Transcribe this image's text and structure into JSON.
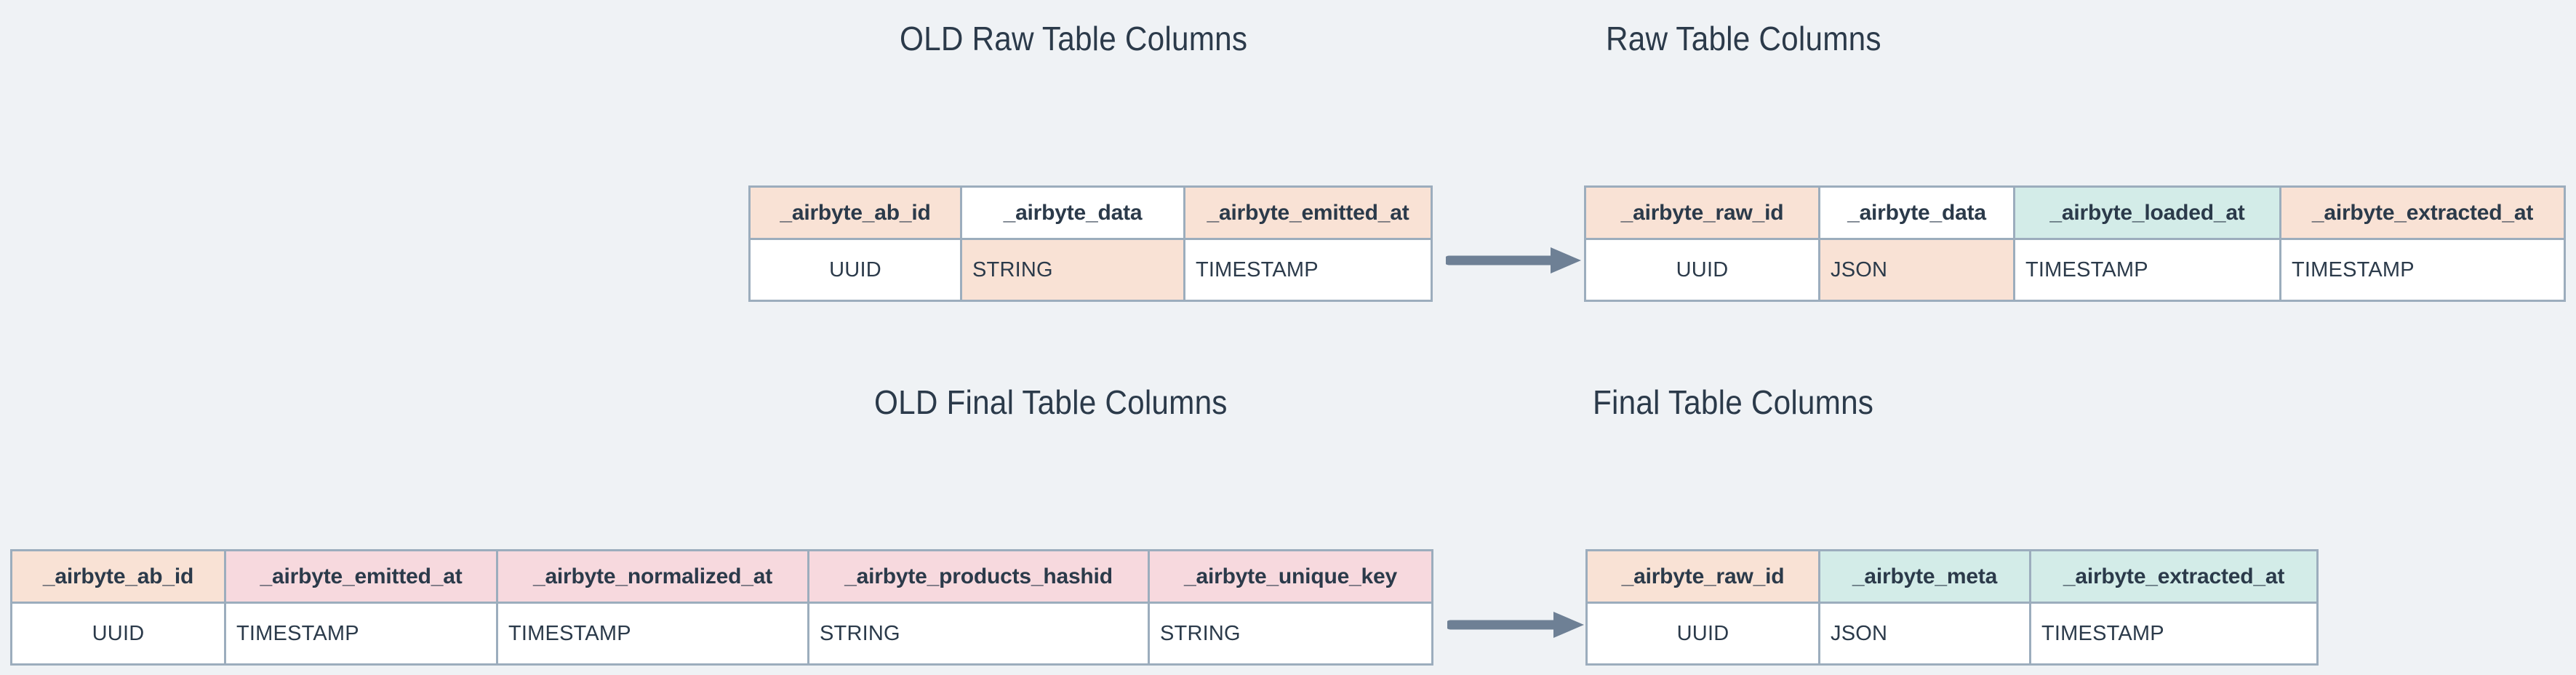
{
  "page": {
    "background_color": "#eff2f5",
    "text_color": "#2b3a4a",
    "border_color": "#9cadbd",
    "arrow_color": "#6e8095"
  },
  "palette": {
    "peach": "#f9e2d5",
    "pink": "#f7d9de",
    "mint": "#d3ece8",
    "white": "#ffffff"
  },
  "titles": {
    "old_raw": "OLD Raw Table Columns",
    "new_raw": "Raw Table Columns",
    "old_final": "OLD Final Table Columns",
    "new_final": "Final Table Columns"
  },
  "arrows": {
    "raw": "arrow-right",
    "final": "arrow-right"
  },
  "tables": {
    "old_raw": {
      "title": "OLD Raw Table Columns",
      "columns": [
        {
          "name": "_airbyte_ab_id",
          "type": "UUID",
          "header_fill": "peach",
          "type_fill": "white"
        },
        {
          "name": "_airbyte_data",
          "type": "STRING",
          "header_fill": "white",
          "type_fill": "peach"
        },
        {
          "name": "_airbyte_emitted_at",
          "type": "TIMESTAMP",
          "header_fill": "peach",
          "type_fill": "white"
        }
      ]
    },
    "new_raw": {
      "title": "Raw Table Columns",
      "columns": [
        {
          "name": "_airbyte_raw_id",
          "type": "UUID",
          "header_fill": "peach",
          "type_fill": "white"
        },
        {
          "name": "_airbyte_data",
          "type": "JSON",
          "header_fill": "white",
          "type_fill": "peach"
        },
        {
          "name": "_airbyte_loaded_at",
          "type": "TIMESTAMP",
          "header_fill": "mint",
          "type_fill": "white"
        },
        {
          "name": "_airbyte_extracted_at",
          "type": "TIMESTAMP",
          "header_fill": "peach",
          "type_fill": "white"
        }
      ]
    },
    "old_final": {
      "title": "OLD Final Table Columns",
      "columns": [
        {
          "name": "_airbyte_ab_id",
          "type": "UUID",
          "header_fill": "peach",
          "type_fill": "white"
        },
        {
          "name": "_airbyte_emitted_at",
          "type": "TIMESTAMP",
          "header_fill": "pink",
          "type_fill": "white"
        },
        {
          "name": "_airbyte_normalized_at",
          "type": "TIMESTAMP",
          "header_fill": "pink",
          "type_fill": "white"
        },
        {
          "name": "_airbyte_products_hashid",
          "type": "STRING",
          "header_fill": "pink",
          "type_fill": "white"
        },
        {
          "name": "_airbyte_unique_key",
          "type": "STRING",
          "header_fill": "pink",
          "type_fill": "white"
        }
      ]
    },
    "new_final": {
      "title": "Final Table Columns",
      "columns": [
        {
          "name": "_airbyte_raw_id",
          "type": "UUID",
          "header_fill": "peach",
          "type_fill": "white"
        },
        {
          "name": "_airbyte_meta",
          "type": "JSON",
          "header_fill": "mint",
          "type_fill": "white"
        },
        {
          "name": "_airbyte_extracted_at",
          "type": "TIMESTAMP",
          "header_fill": "mint",
          "type_fill": "white"
        }
      ]
    }
  }
}
